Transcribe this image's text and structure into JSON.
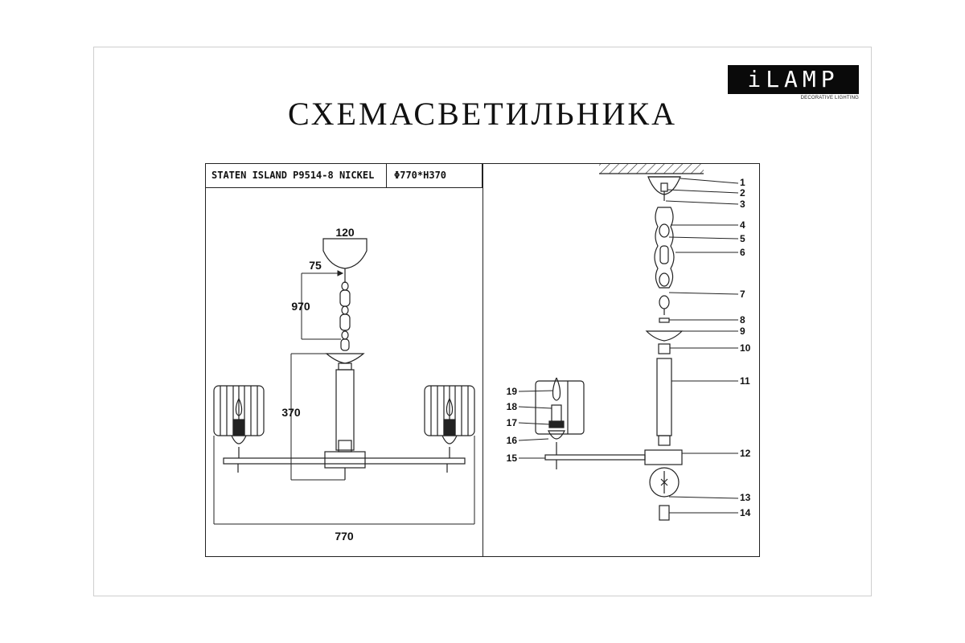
{
  "logo": {
    "text": "iLAMP",
    "tagline": "DECORATIVE LIGHTING"
  },
  "title": "СХЕМАСВЕТИЛЬНИКА",
  "header": {
    "model": "STATEN ISLAND P9514-8 NICKEL",
    "dimensions": "Φ770*H370"
  },
  "dimensions": {
    "canopy_width": "120",
    "top_gap": "75",
    "chain_length": "970",
    "height": "370",
    "width": "770"
  },
  "part_numbers": [
    "1",
    "2",
    "3",
    "4",
    "5",
    "6",
    "7",
    "8",
    "9",
    "10",
    "11",
    "12",
    "13",
    "14",
    "15",
    "16",
    "17",
    "18",
    "19"
  ]
}
